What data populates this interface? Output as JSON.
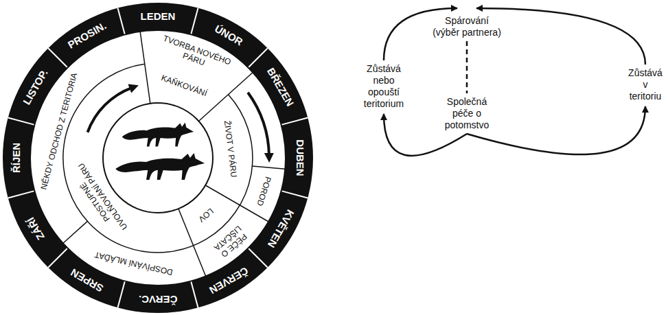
{
  "diagram": {
    "nodes": [
      {
        "text": [
          "Spárování (výběr partnera)"
        ]
      },
      {
        "text": [
          "Zůstává nebo opouští teritorium"
        ]
      },
      {
        "text": [
          "Společná péče o potomstvo"
        ]
      },
      {
        "text": [
          "Zůstává v teritoriu"
        ]
      }
    ],
    "edges": [
      {
        "from": 0,
        "to": 2,
        "arrow": "none"
      },
      {
        "from": 2,
        "to": 1,
        "arrow": "to"
      },
      {
        "from": 1,
        "to": 0,
        "arrow": "to"
      },
      {
        "from": 2,
        "to": 3,
        "arrow": "to"
      },
      {
        "from": 3,
        "to": 0,
        "arrow": "to"
      }
    ],
    "labels": [
      "LEDEN",
      "ÚNOR",
      "BŘEZEN",
      "DUBEN",
      "KVĚTEN",
      "ČERVEN",
      "ČERVC.",
      "SRPEN",
      "ZÁŘÍ",
      "ŘÍJEN",
      "LISTOP.",
      "PROSIN.",
      "TVORBA NOVÉHO PÁRU",
      "KAŇKOVÁNÍ",
      "ŽIVOT V PÁRU",
      "POROD",
      "PÉČE O LIŠČATA",
      "LOV",
      "DOSPÍVÁNÍ MLÁĎAT",
      "POSTUPNÉ UVOLŇOVÁNÍ PÁRU",
      "NĚKDY ODCHOD Z TERITORIA"
    ]
  }
}
